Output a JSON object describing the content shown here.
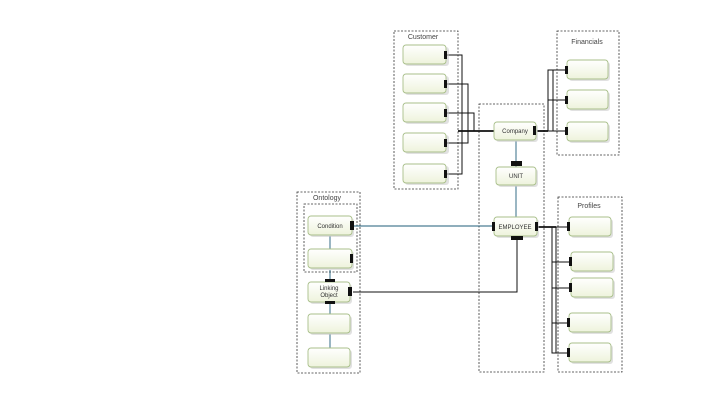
{
  "groups": {
    "customer": "Customer",
    "financials": "Financials",
    "ontology": "Ontology",
    "profiles": "Profiles"
  },
  "nodes": {
    "company": "Company",
    "unit": "UNIT",
    "employee": "EMPLOYEE",
    "condition": "Condition",
    "linking_object_line1": "Linking",
    "linking_object_line2": "Object"
  },
  "colors": {
    "node_fill_top": "#ffffff",
    "node_fill_bottom": "#eef3dc",
    "node_border": "#a9bf8a",
    "connector_dark": "#111111",
    "connector_teal": "#1f5e7a"
  }
}
